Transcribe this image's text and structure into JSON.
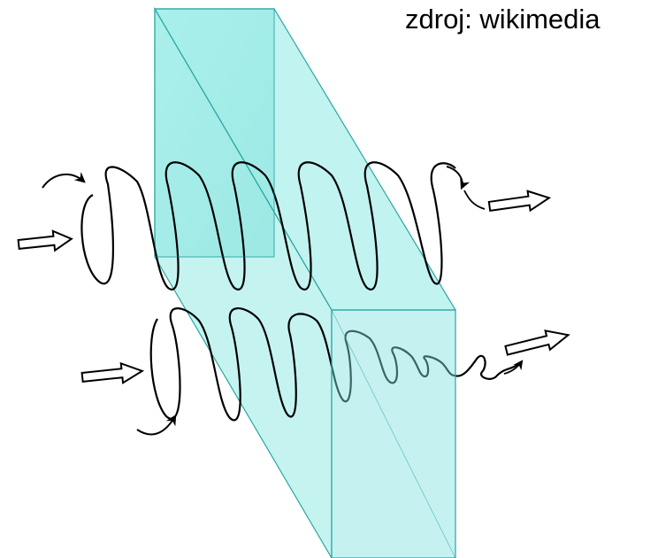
{
  "credit": {
    "label": "zdroj: wikimedia"
  },
  "slab": {
    "color_fill": "#7fe3df",
    "color_edge": "#2aa6a0"
  },
  "helices": {
    "upper": {
      "name": "upper-helix",
      "amplitude": "constant"
    },
    "lower": {
      "name": "lower-helix",
      "amplitude": "decaying"
    }
  },
  "icons": {
    "arrow": "hollow-arrow-icon",
    "rotation": "rotation-arrow-icon"
  }
}
